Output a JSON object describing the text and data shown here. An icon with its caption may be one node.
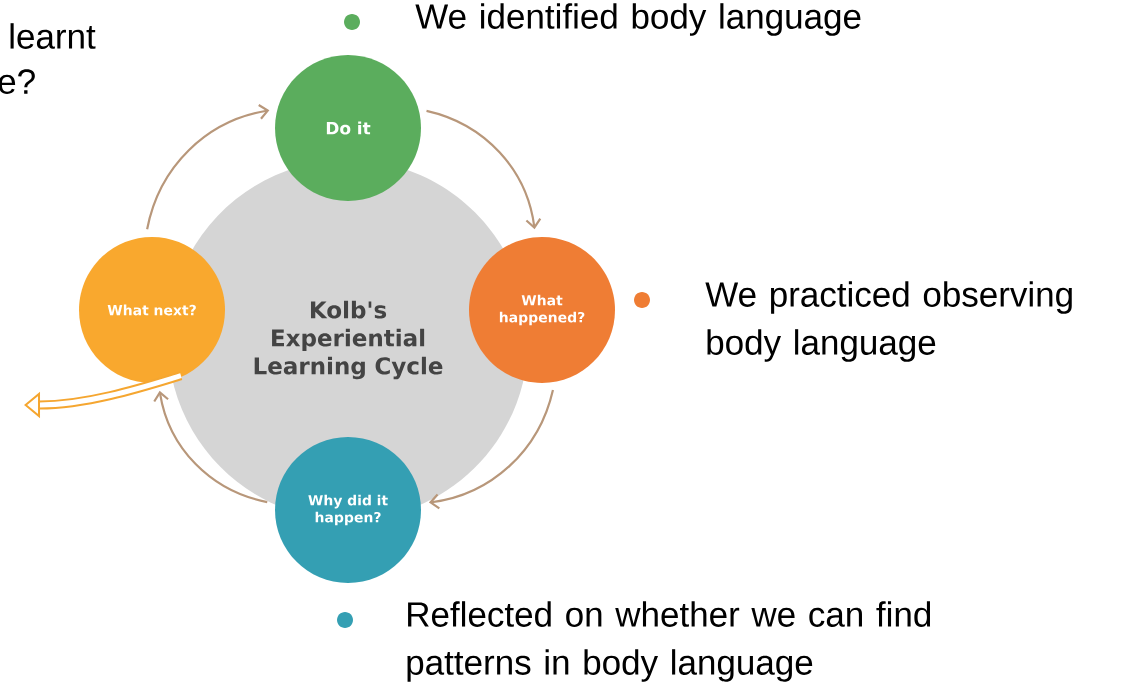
{
  "diagram": {
    "nodes": [
      {
        "text": [
          "Kolb's Experiential Learning Cycle"
        ]
      },
      {
        "text": [
          "Do it"
        ]
      },
      {
        "text": [
          "What happened?"
        ]
      },
      {
        "text": [
          "Why did it happen?"
        ]
      },
      {
        "text": [
          "What next?"
        ]
      }
    ],
    "edges": [
      {
        "from": 1,
        "to": 2,
        "arrow": "to"
      },
      {
        "from": 2,
        "to": 3,
        "arrow": "to"
      },
      {
        "from": 3,
        "to": 4,
        "arrow": "to"
      },
      {
        "from": 4,
        "to": 1,
        "arrow": "to"
      },
      {
        "from": 4,
        "to": null,
        "arrow": "to",
        "style": "thick",
        "color": "#f5a630"
      }
    ],
    "labels": [
      "learnt",
      "e?",
      "We identified body language",
      "We practiced observing body language",
      "Reflected on whether we can find patterns in body language"
    ]
  }
}
